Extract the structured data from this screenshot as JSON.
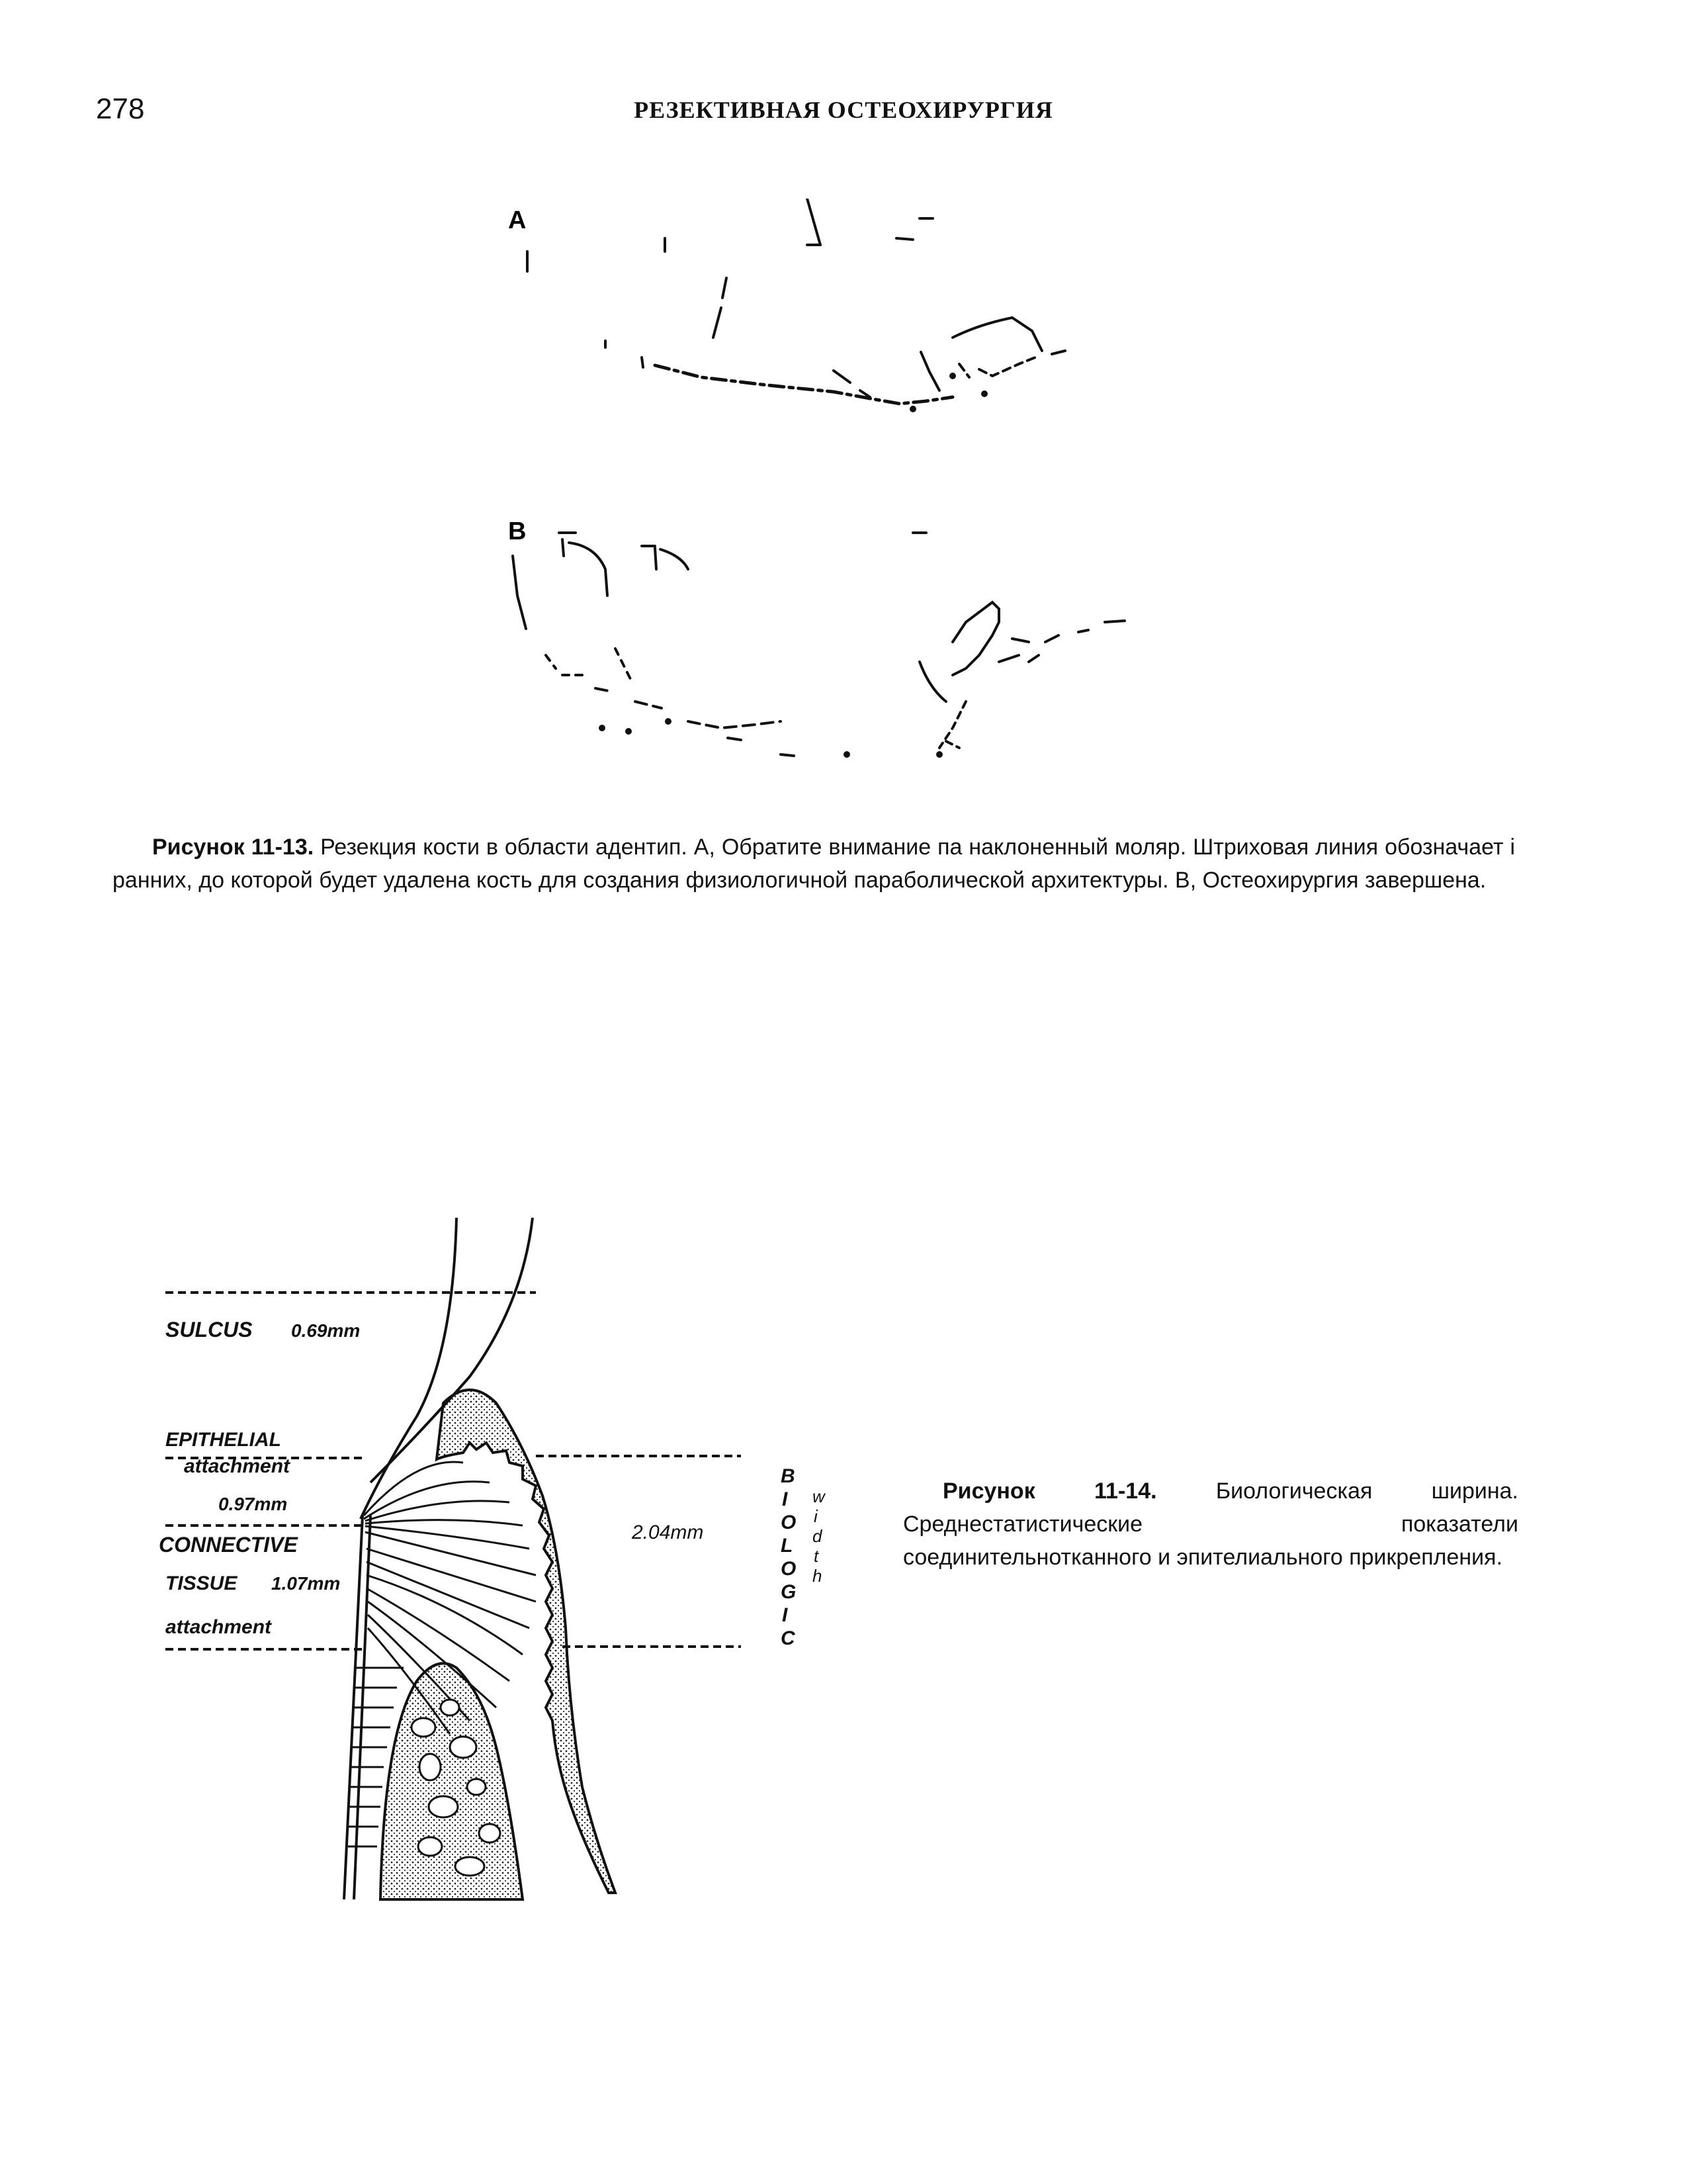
{
  "header": {
    "page_number": "278",
    "running_title": "РЕЗЕКТИВНАЯ ОСТЕОХИРУРГИЯ"
  },
  "figure_13": {
    "panel_a_label": "A",
    "panel_b_label": "B",
    "caption_label": "Рисунок 11-13.",
    "caption_text": " Резекция кости в области адентип. А, Обратите внимание па наклоненный моляр. Штриховая линия обозначает i ранних, до которой будет удалена кость для создания физиологичной параболической архитектуры. В, Остеохирургия завершена."
  },
  "figure_14": {
    "labels": {
      "sulcus": "SULCUS",
      "sulcus_value": "0.69mm",
      "epithelial": "EPITHELIAL",
      "attachment_1": "attachment",
      "epithelial_value": "0.97mm",
      "connective": "CONNECTIVE",
      "tissue": "TISSUE",
      "tissue_value": "1.07mm",
      "attachment_2": "attachment",
      "biologic_width_value": "2.04mm",
      "biologic_letters": [
        "B",
        "I",
        "O",
        "L",
        "O",
        "G",
        "I",
        "C"
      ],
      "width_letters": [
        "w",
        "i",
        "d",
        "t",
        "h"
      ]
    },
    "caption_label": "Рисунок 11-14.",
    "caption_text": " Биологическая ширина. Среднестатистические показатели соединительнотканного и эпителиального прикрепления."
  }
}
